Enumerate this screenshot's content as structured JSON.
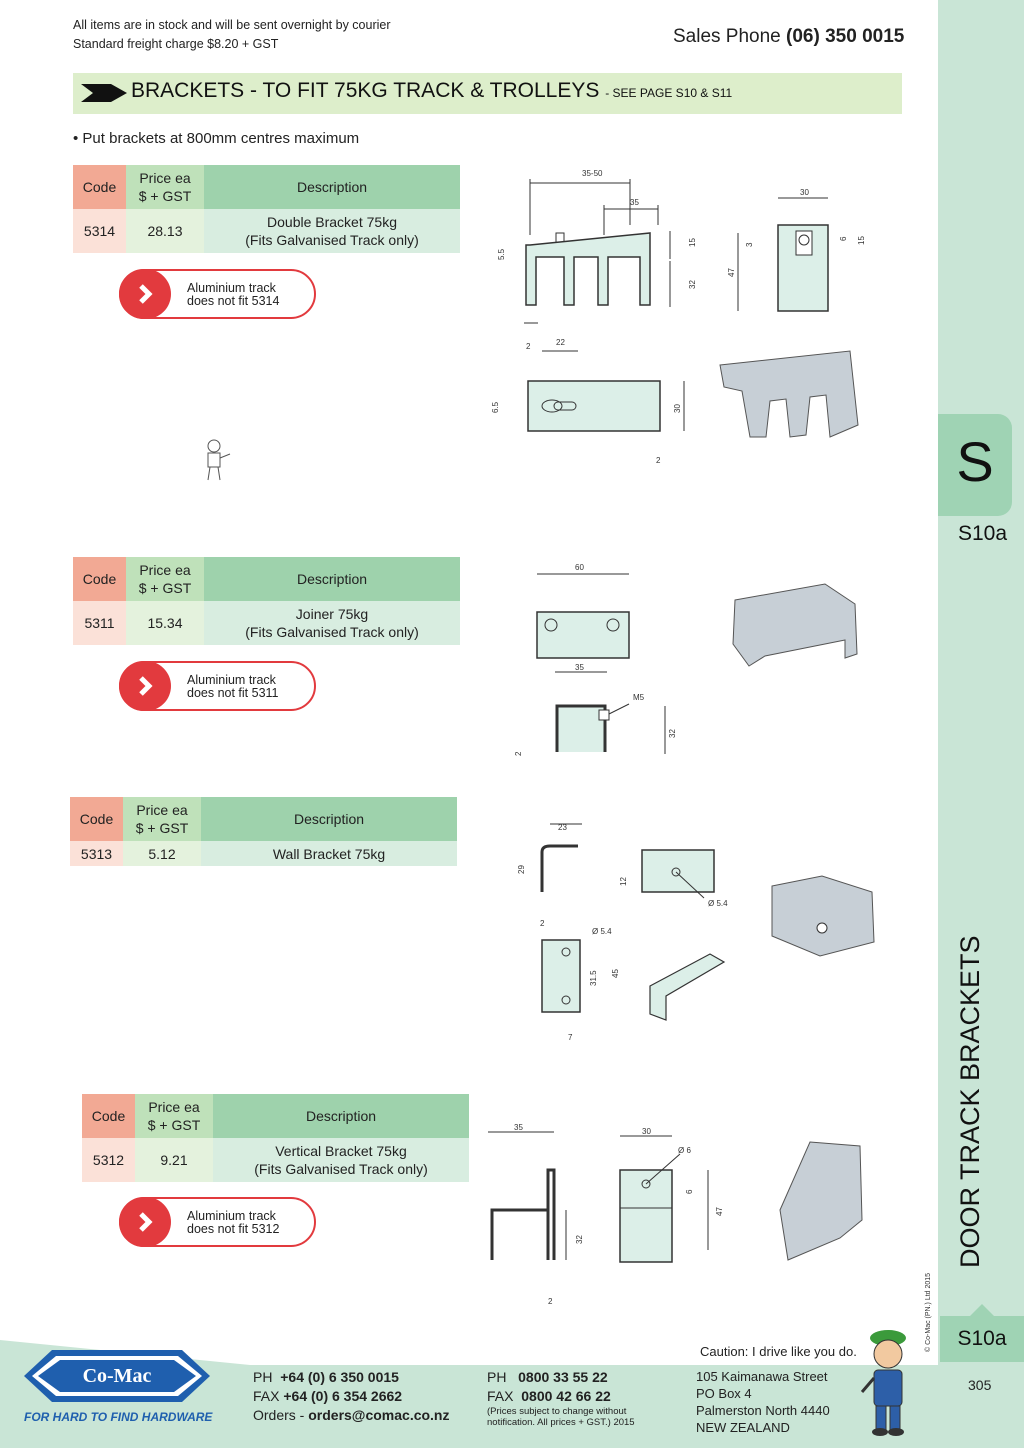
{
  "header": {
    "note_line1": "All items are in stock and will be sent overnight by courier",
    "note_line2": "Standard freight charge $8.20 + GST",
    "sales_label": "Sales Phone",
    "sales_number": "(06) 350 0015"
  },
  "section": {
    "title": "BRACKETS - TO FIT 75KG TRACK & TROLLEYS",
    "see_page": "- SEE PAGE S10 & S11",
    "bullet": "• Put brackets at 800mm centres maximum"
  },
  "table_headers": {
    "code": "Code",
    "price_line1": "Price ea",
    "price_line2": "$ + GST",
    "description": "Description"
  },
  "products": [
    {
      "code": "5314",
      "price": "28.13",
      "desc_line1": "Double Bracket 75kg",
      "desc_line2": "(Fits Galvanised Track only)",
      "note_line1": "Aluminium track",
      "note_line2": "does  not fit 5314"
    },
    {
      "code": "5311",
      "price": "15.34",
      "desc_line1": "Joiner 75kg",
      "desc_line2": "(Fits Galvanised Track only)",
      "note_line1": "Aluminium track",
      "note_line2": "does  not fit 5311"
    },
    {
      "code": "5313",
      "price": "5.12",
      "desc_line1": "Wall Bracket 75kg",
      "desc_line2": ""
    },
    {
      "code": "5312",
      "price": "9.21",
      "desc_line1": "Vertical Bracket 75kg",
      "desc_line2": "(Fits Galvanised Track only)",
      "note_line1": "Aluminium track",
      "note_line2": "does  not fit 5312"
    }
  ],
  "drawings": {
    "d5314": {
      "a": "35-50",
      "b": "35",
      "c": "30",
      "d": "5.5",
      "e": "15",
      "f": "32",
      "g": "47",
      "h": "3",
      "i": "6",
      "j": "15",
      "k": "2",
      "l": "22",
      "m": "6.5",
      "n": "30",
      "o": "2"
    },
    "d5311": {
      "a": "60",
      "b": "35",
      "c": "M5",
      "d": "32",
      "e": "2"
    },
    "d5313": {
      "a": "23",
      "b": "29",
      "c": "2",
      "d": "12",
      "e": "Ø 5.4",
      "f": "Ø 5.4",
      "g": "31.5",
      "h": "45",
      "i": "7"
    },
    "d5312": {
      "a": "35",
      "b": "32",
      "c": "2",
      "d": "30",
      "e": "Ø 6",
      "f": "6",
      "g": "47"
    }
  },
  "sidebar": {
    "letter": "S",
    "page_code": "S10a",
    "vertical_title": "DOOR TRACK BRACKETS",
    "copyright": "© Co-Mac (PN.) Ltd 2015",
    "page_code_bottom": "S10a",
    "page_number": "305"
  },
  "footer": {
    "logo": "Co-Mac",
    "tagline": "FOR HARD TO FIND HARDWARE",
    "ph_label": "PH",
    "ph_value": "+64 (0) 6 350 0015",
    "fax_label": "FAX",
    "fax_value": "+64 (0) 6 354 2662",
    "orders_label": "Orders -",
    "orders_value": "orders@comac.co.nz",
    "ph2_label": "PH",
    "ph2_value": "0800 33 55 22",
    "fax2_label": "FAX",
    "fax2_value": "0800 42 66 22",
    "disclaimer_line1": "(Prices subject to change without",
    "disclaimer_line2": "notification. All prices + GST.)  2015",
    "addr1": "105 Kaimanawa Street",
    "addr2": "PO Box 4",
    "addr3": "Palmerston North 4440",
    "addr4": "NEW ZEALAND",
    "caution": "Caution: I drive like you do."
  },
  "colors": {
    "code_header": "#f2a994",
    "price_header": "#bfe1ba",
    "desc_header": "#9ed2ac",
    "sidebar": "#c9e5d6",
    "tab": "#9fd3b4",
    "alert_red": "#e23a3e",
    "brand_blue": "#1f5fae"
  }
}
